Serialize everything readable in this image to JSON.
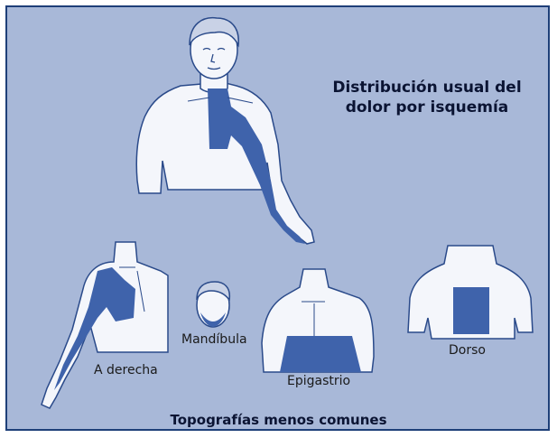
{
  "title": {
    "line1": "Distribución usual del",
    "line2": "dolor por isquemía"
  },
  "labels": {
    "right": "A derecha",
    "jaw": "Mandíbula",
    "epigastric": "Epigastrio",
    "back": "Dorso"
  },
  "footer": "Topografías menos comunes",
  "colors": {
    "background": "#a8b8d8",
    "border": "#1e3f78",
    "body_fill": "#f4f6fb",
    "outline": "#2a4a8a",
    "pain_area": "#3f63ab"
  },
  "icons": [
    "main-figure",
    "right-arm-figure",
    "face-figure",
    "chest-figure",
    "back-figure"
  ]
}
